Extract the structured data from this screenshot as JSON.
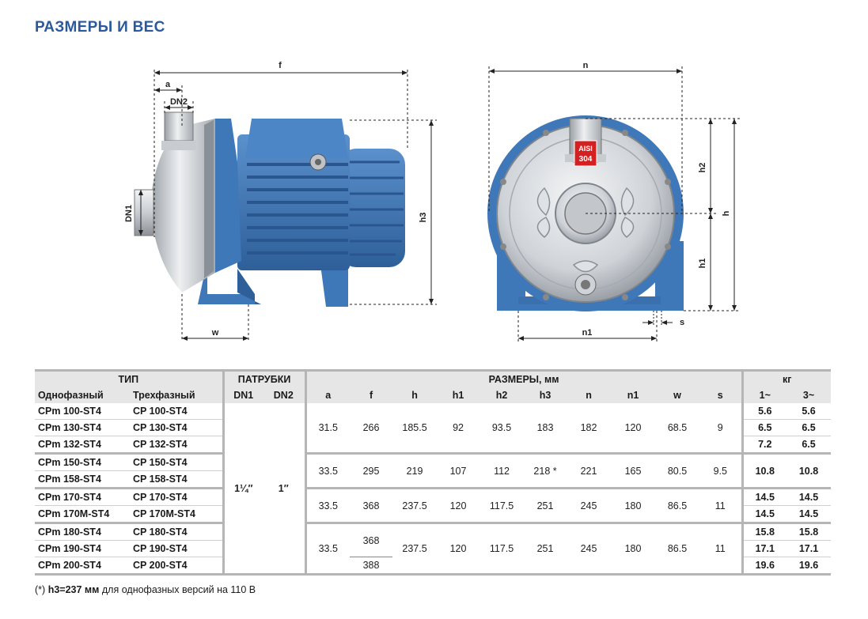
{
  "title": "РАЗМЕРЫ И ВЕС",
  "drawing": {
    "dim_labels": {
      "f": "f",
      "a": "a",
      "dn2": "DN2",
      "dn1": "DN1",
      "h3": "h3",
      "w": "w",
      "n": "n",
      "h2": "h2",
      "h": "h",
      "h1": "h1",
      "n1": "n1",
      "s": "s"
    },
    "badge_line1": "AISI",
    "badge_line2": "304",
    "colors": {
      "pump_blue": "#3f78b9",
      "steel": "#d3d6da",
      "steel_dark": "#8c9096",
      "dim_line": "#222222"
    }
  },
  "table": {
    "group_headers": {
      "type": "ТИП",
      "ports": "ПАТРУБКИ",
      "dims": "РАЗМЕРЫ, мм",
      "weight": "кг"
    },
    "column_headers": [
      "Однофазный",
      "Трехфазный",
      "DN1",
      "DN2",
      "a",
      "f",
      "h",
      "h1",
      "h2",
      "h3",
      "n",
      "n1",
      "w",
      "s",
      "1~",
      "3~"
    ],
    "ports": {
      "dn1": "1¼″",
      "dn2": "1″"
    },
    "models": [
      {
        "single": "CPm 100-ST4",
        "three": "CP 100-ST4",
        "w1": "5.6",
        "w3": "5.6"
      },
      {
        "single": "CPm 130-ST4",
        "three": "CP 130-ST4",
        "w1": "6.5",
        "w3": "6.5"
      },
      {
        "single": "CPm 132-ST4",
        "three": "CP 132-ST4",
        "w1": "7.2",
        "w3": "6.5"
      },
      {
        "single": "CPm 150-ST4",
        "three": "CP 150-ST4",
        "w1": "10.8",
        "w3": "10.8"
      },
      {
        "single": "CPm 158-ST4",
        "three": "CP 158-ST4"
      },
      {
        "single": "CPm 170-ST4",
        "three": "CP 170-ST4",
        "w1": "14.5",
        "w3": "14.5"
      },
      {
        "single": "CPm 170M-ST4",
        "three": "CP 170M-ST4",
        "w1": "14.5",
        "w3": "14.5"
      },
      {
        "single": "CPm 180-ST4",
        "three": "CP 180-ST4",
        "w1": "15.8",
        "w3": "15.8"
      },
      {
        "single": "CPm 190-ST4",
        "three": "CP 190-ST4",
        "w1": "17.1",
        "w3": "17.1"
      },
      {
        "single": "CPm 200-ST4",
        "three": "CP 200-ST4",
        "w1": "19.6",
        "w3": "19.6"
      }
    ],
    "groups": [
      {
        "a": "31.5",
        "f": "266",
        "h": "185.5",
        "h1": "92",
        "h2": "93.5",
        "h3": "183",
        "n": "182",
        "n1": "120",
        "w": "68.5",
        "s": "9"
      },
      {
        "a": "33.5",
        "f": "295",
        "h": "219",
        "h1": "107",
        "h2": "112",
        "h3": "218 *",
        "n": "221",
        "n1": "165",
        "w": "80.5",
        "s": "9.5"
      },
      {
        "a": "33.5",
        "f": "368",
        "h": "237.5",
        "h1": "120",
        "h2": "117.5",
        "h3": "251",
        "n": "245",
        "n1": "180",
        "w": "86.5",
        "s": "11"
      },
      {
        "a": "33.5",
        "f_top": "368",
        "f_bottom": "388",
        "h": "237.5",
        "h1": "120",
        "h2": "117.5",
        "h3": "251",
        "n": "245",
        "n1": "180",
        "w": "86.5",
        "s": "11"
      }
    ]
  },
  "footnote": {
    "prefix": "(*)",
    "bold": "h3=237 мм",
    "rest": "для однофазных версий на 110 В"
  }
}
